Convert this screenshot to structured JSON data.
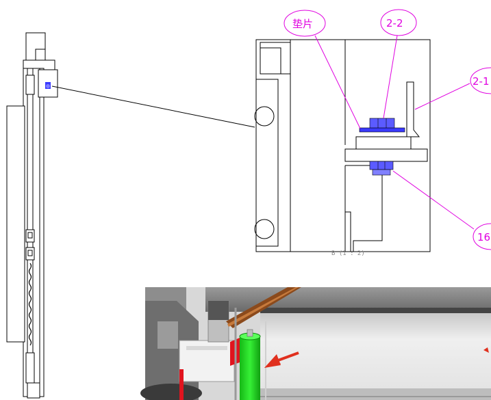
{
  "callouts": {
    "washer": "垫片",
    "part_2_2": "2-2",
    "part_2_1": "2-1",
    "part_16": "16"
  },
  "detail_view_label": "B (1 : 2)",
  "colors": {
    "callout": "#e000e0",
    "outline": "#000000",
    "bolt_blue": "#3a3aff",
    "green_post": "#1ed81e",
    "red_part": "#e0141e",
    "red_arrow": "#e0301e",
    "brown_bar": "#8b4a1c"
  }
}
